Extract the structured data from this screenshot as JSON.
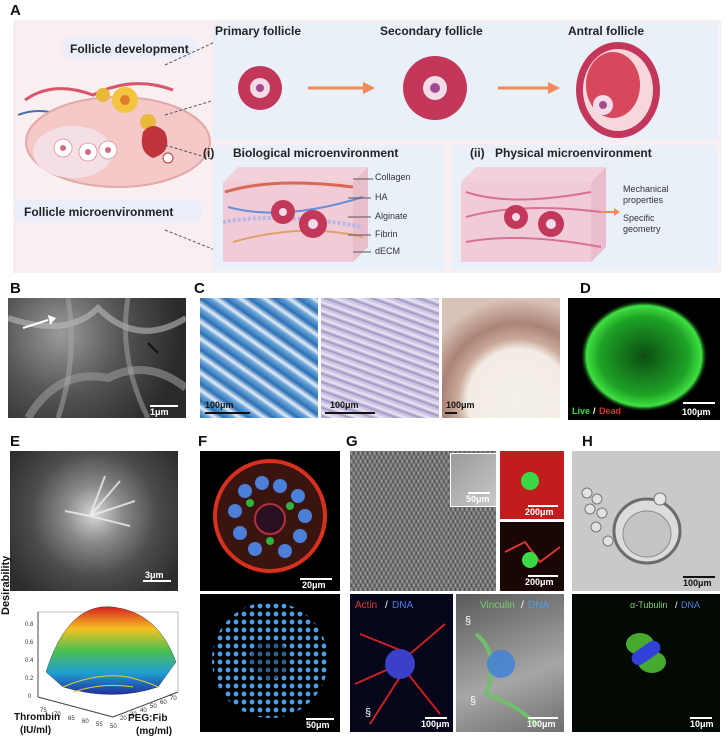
{
  "panel_labels": {
    "a": "A",
    "b": "B",
    "c": "C",
    "d": "D",
    "e": "E",
    "f": "F",
    "g": "G",
    "h": "H"
  },
  "panel_a": {
    "follicle_development": "Follicle development",
    "follicle_microenvironment": "Follicle microenvironment",
    "primary_follicle": "Primary follicle",
    "secondary_follicle": "Secondary follicle",
    "antral_follicle": "Antral follicle",
    "bio_marker": "(i)",
    "bio_title": "Biological microenvironment",
    "phys_marker": "(ii)",
    "phys_title": "Physical microenvironment",
    "materials": [
      "Collagen",
      "HA",
      "Alginate",
      "Fibrin",
      "dECM"
    ],
    "physical_props": [
      "Mechanical",
      "properties",
      "Specific",
      "geometry"
    ],
    "colors": {
      "accent_pink": "#c9304a",
      "arrow_orange": "#f08a5d",
      "box_blue": "#e6edf6",
      "bg": "#f9eef0"
    }
  },
  "panel_b": {
    "scale": "1μm"
  },
  "panel_c": {
    "scales": [
      "100μm",
      "100μm",
      "100μm"
    ]
  },
  "panel_d": {
    "live": "Live",
    "slash": "/",
    "dead": "Dead",
    "scale": "100μm"
  },
  "panel_e": {
    "scale": "3μm",
    "z_label": "Desirability",
    "x_label": "Thrombin",
    "x_unit": "(IU/ml)",
    "y_label": "PEG:Fib",
    "y_unit": "(mg/ml)",
    "z_ticks": [
      "0",
      "0.2",
      "0.4",
      "0.6",
      "0.8"
    ],
    "x_ticks": [
      "75",
      "70",
      "65",
      "60",
      "55",
      "50"
    ],
    "y_ticks": [
      "20",
      "30",
      "40",
      "50",
      "60",
      "70"
    ]
  },
  "panel_f": {
    "scale_top": "20μm",
    "scale_bottom": "50μm"
  },
  "panel_g": {
    "scale_inset": "50μm",
    "scale_r1": "200μm",
    "scale_r2": "200μm",
    "actin": "Actin",
    "slash": "/",
    "dna": "DNA",
    "vinculin": "Vinculin",
    "scale_bl": "100μm",
    "scale_br": "100μm",
    "mark": "§"
  },
  "panel_h": {
    "scale_top": "100μm",
    "tubulin": "α-Tubulin",
    "slash": "/",
    "dna": "DNA",
    "scale_bottom": "10μm"
  }
}
